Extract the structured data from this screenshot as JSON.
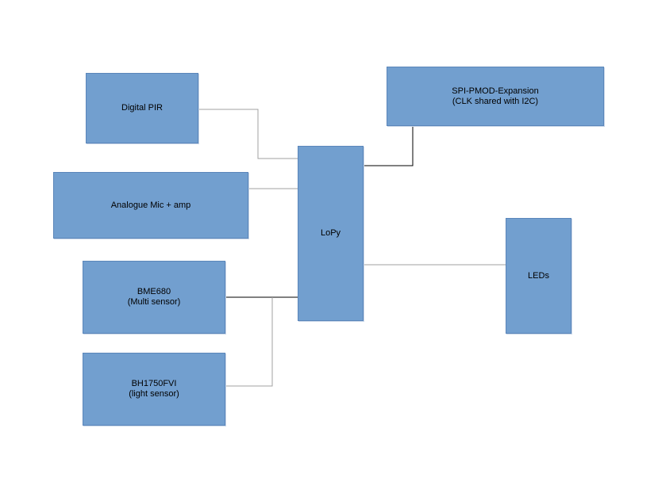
{
  "diagram": {
    "colors": {
      "box_fill": "#729fcf",
      "text": "#000000",
      "wire_light": "#a0a0a0",
      "wire_dark": "#000000"
    },
    "nodes": {
      "digital_pir": {
        "lines": [
          "Digital PIR"
        ]
      },
      "analogue_mic": {
        "lines": [
          "Analogue Mic + amp"
        ]
      },
      "bme680": {
        "lines": [
          "BME680",
          "(Multi sensor)"
        ]
      },
      "bh1750": {
        "lines": [
          "BH1750FVI",
          "(light sensor)"
        ]
      },
      "lopy": {
        "lines": [
          "LoPy"
        ]
      },
      "spi_pmod": {
        "lines": [
          "SPI-PMOD-Expansion",
          "(CLK shared with I2C)"
        ]
      },
      "leds": {
        "lines": [
          "LEDs"
        ]
      }
    },
    "connections": [
      {
        "from": "digital_pir",
        "to": "lopy"
      },
      {
        "from": "analogue_mic",
        "to": "lopy"
      },
      {
        "from": "bme680",
        "to": "lopy"
      },
      {
        "from": "bh1750",
        "to": "lopy"
      },
      {
        "from": "lopy",
        "to": "spi_pmod"
      },
      {
        "from": "lopy",
        "to": "leds"
      }
    ]
  }
}
